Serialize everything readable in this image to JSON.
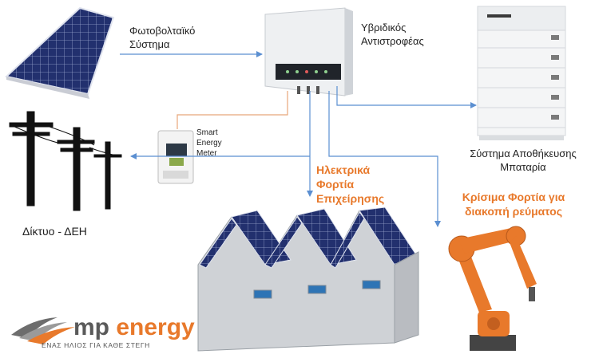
{
  "labels": {
    "pv_system": [
      "Φωτοβολταϊκό",
      "Σύστημα"
    ],
    "hybrid_inverter": [
      "Υβριδικός",
      "Αντιστροφέας"
    ],
    "smart_meter": [
      "Smart",
      "Energy",
      "Meter"
    ],
    "battery_system": [
      "Σύστημα Αποθήκευσης",
      "Μπαταρία"
    ],
    "business_loads": [
      "Ηλεκτρικά",
      "Φορτία",
      "Επιχείρησης"
    ],
    "critical_loads": [
      "Κρίσιμα Φορτία για",
      "διακοπή ρεύματος"
    ],
    "grid": "Δίκτυο - ΔΕΗ"
  },
  "brand": {
    "name_prefix": "mp",
    "name_suffix": "energy",
    "tagline": "ΕΝΑΣ ΗΛΙΟΣ ΓΙΑ ΚΑΘΕ ΣΤΕΓΗ"
  },
  "colors": {
    "flow_line": "#5b8fd1",
    "inverter_line": "#e8a77a",
    "accent_orange": "#e8792b",
    "brand_gray": "#8c8c8c"
  }
}
